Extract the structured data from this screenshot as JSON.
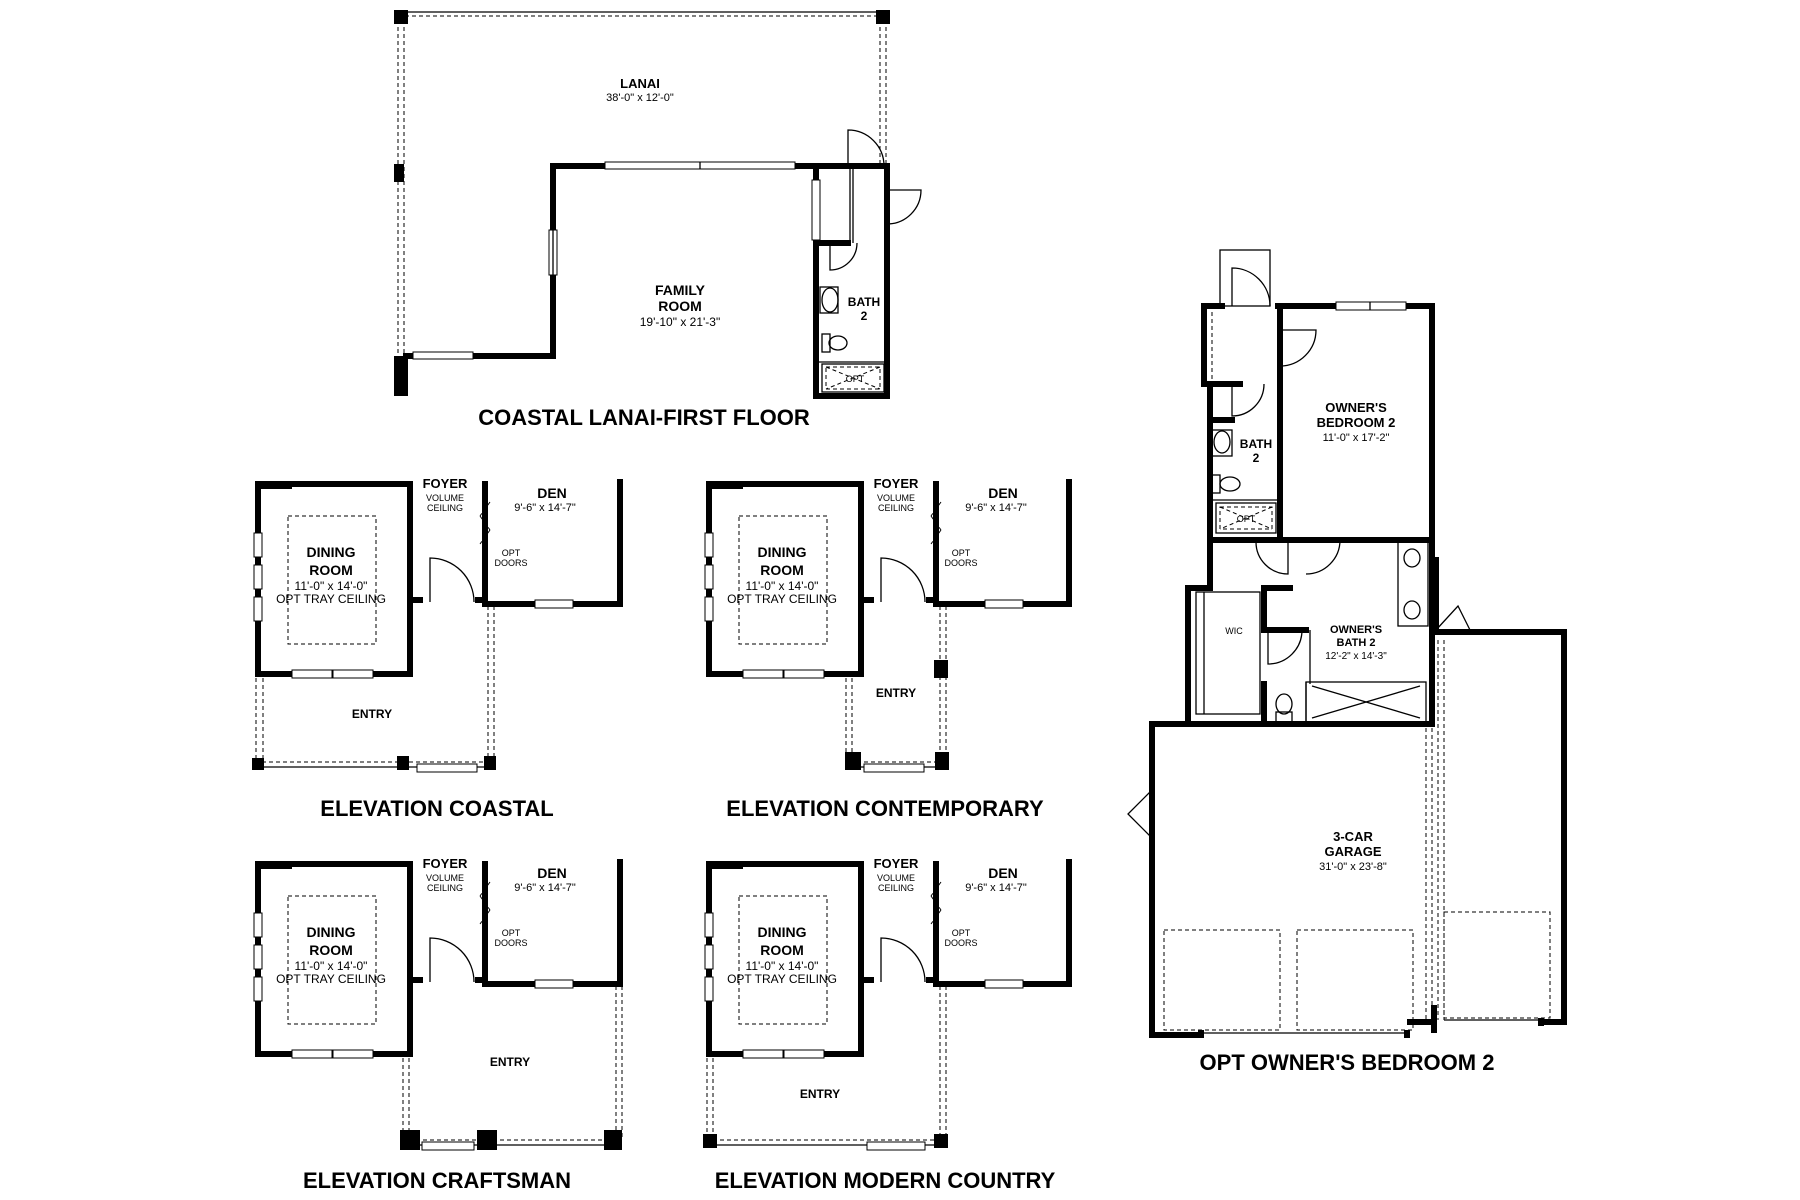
{
  "coastal_lanai": {
    "title": "COASTAL LANAI-FIRST FLOOR",
    "lanai": {
      "name": "LANAI",
      "dims": "38'-0\" x 12'-0\""
    },
    "family_room": {
      "name_1": "FAMILY",
      "name_2": "ROOM",
      "dims": "19'-10\" x 21'-3\""
    },
    "bath": {
      "name_1": "BATH",
      "name_2": "2",
      "opt": "OPT"
    }
  },
  "elevations": [
    {
      "title": "ELEVATION COASTAL",
      "foyer": "FOYER",
      "volume_1": "VOLUME",
      "volume_2": "CEILING",
      "den": "DEN",
      "den_dims": "9'-6\" x 14'-7\"",
      "opt_1": "OPT",
      "opt_2": "DOORS",
      "dining_1": "DINING",
      "dining_2": "ROOM",
      "dining_dims": "11'-0\" x 14'-0\"",
      "dining_opt": "OPT TRAY CEILING",
      "entry": "ENTRY"
    },
    {
      "title": "ELEVATION CONTEMPORARY",
      "foyer": "FOYER",
      "volume_1": "VOLUME",
      "volume_2": "CEILING",
      "den": "DEN",
      "den_dims": "9'-6\" x 14'-7\"",
      "opt_1": "OPT",
      "opt_2": "DOORS",
      "dining_1": "DINING",
      "dining_2": "ROOM",
      "dining_dims": "11'-0\" x 14'-0\"",
      "dining_opt": "OPT TRAY CEILING",
      "entry": "ENTRY"
    },
    {
      "title": "ELEVATION CRAFTSMAN",
      "foyer": "FOYER",
      "volume_1": "VOLUME",
      "volume_2": "CEILING",
      "den": "DEN",
      "den_dims": "9'-6\" x 14'-7\"",
      "opt_1": "OPT",
      "opt_2": "DOORS",
      "dining_1": "DINING",
      "dining_2": "ROOM",
      "dining_dims": "11'-0\" x 14'-0\"",
      "dining_opt": "OPT TRAY CEILING",
      "entry": "ENTRY"
    },
    {
      "title": "ELEVATION MODERN COUNTRY",
      "foyer": "FOYER",
      "volume_1": "VOLUME",
      "volume_2": "CEILING",
      "den": "DEN",
      "den_dims": "9'-6\" x 14'-7\"",
      "opt_1": "OPT",
      "opt_2": "DOORS",
      "dining_1": "DINING",
      "dining_2": "ROOM",
      "dining_dims": "11'-0\" x 14'-0\"",
      "dining_opt": "OPT TRAY CEILING",
      "entry": "ENTRY"
    }
  ],
  "owners_bedroom_2": {
    "title": "OPT OWNER'S BEDROOM 2",
    "bedroom": {
      "name_1": "OWNER'S",
      "name_2": "BEDROOM 2",
      "dims": "11'-0\" x 17'-2\""
    },
    "bath": {
      "name_1": "BATH",
      "name_2": "2",
      "opt": "OPT"
    },
    "wic": "WIC",
    "owners_bath": {
      "name_1": "OWNER'S",
      "name_2": "BATH 2",
      "dims": "12'-2\" x 14'-3\""
    },
    "garage": {
      "name_1": "3-CAR",
      "name_2": "GARAGE",
      "dims": "31'-0\" x 23'-8\""
    }
  }
}
